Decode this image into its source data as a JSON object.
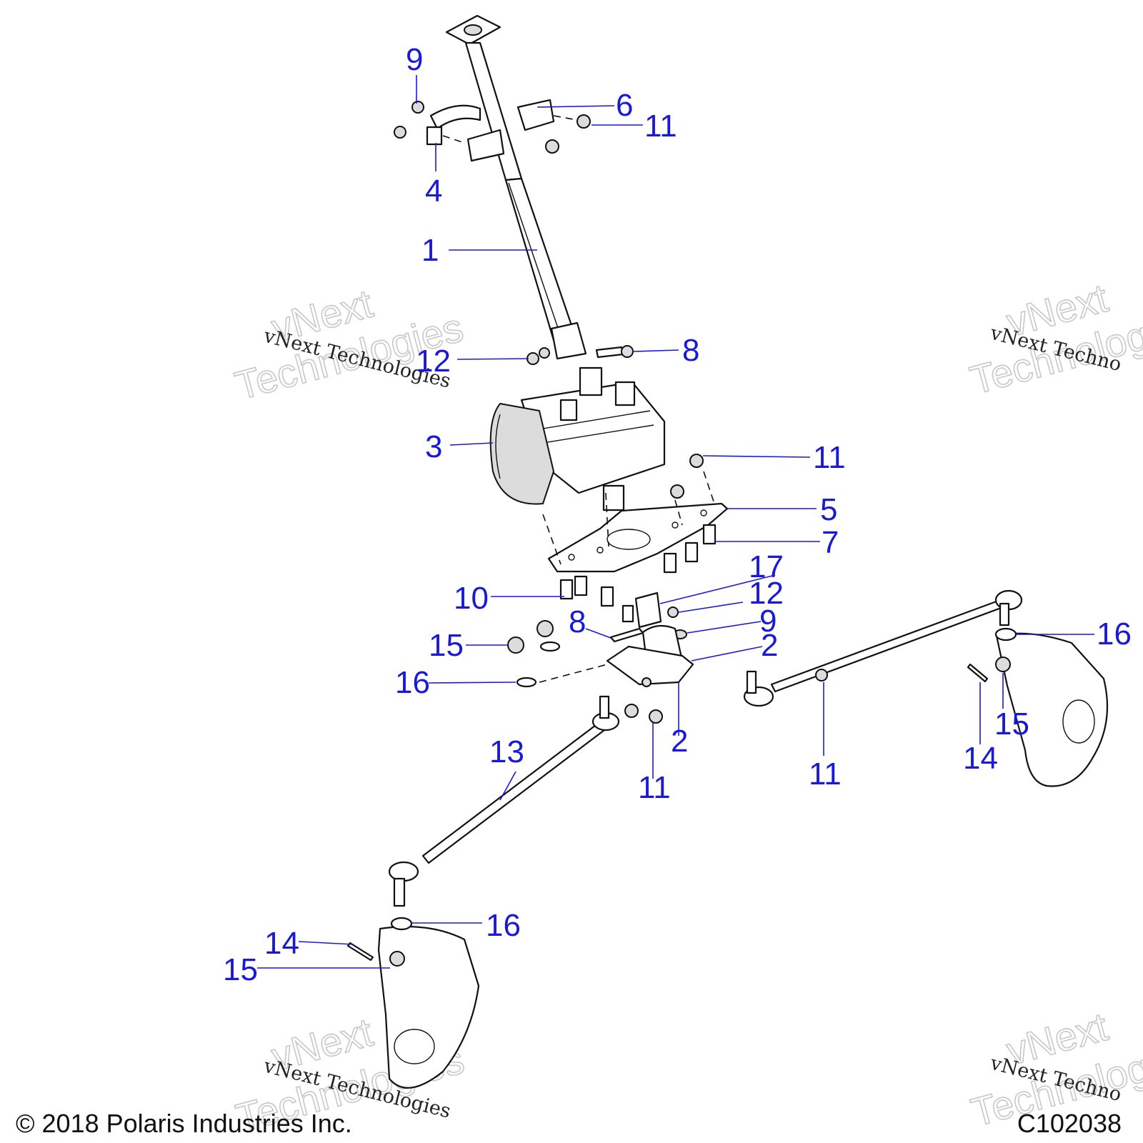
{
  "colors": {
    "callout": "#1a1ad6",
    "line": "#111111",
    "watermark": "#c8c8c8"
  },
  "callouts": {
    "c1": "1",
    "c2a": "2",
    "c2b": "2",
    "c3": "3",
    "c4": "4",
    "c5": "5",
    "c6": "6",
    "c7": "7",
    "c8a": "8",
    "c8b": "8",
    "c9a": "9",
    "c9b": "9",
    "c10": "10",
    "c11a": "11",
    "c11b": "11",
    "c11c": "11",
    "c11d": "11",
    "c12a": "12",
    "c12b": "12",
    "c13": "13",
    "c14a": "14",
    "c14b": "14",
    "c15a": "15",
    "c15b": "15",
    "c15c": "15",
    "c16a": "16",
    "c16b": "16",
    "c16c": "16",
    "c17": "17"
  },
  "watermark": {
    "brand_line1": "vNext",
    "brand_line2": "Technologies",
    "brand_full": "vNext Technologies",
    "brand_partial": "vNext Techno"
  },
  "footer": {
    "copyright": "© 2018 Polaris Industries Inc.",
    "figure_id": "C102038"
  }
}
